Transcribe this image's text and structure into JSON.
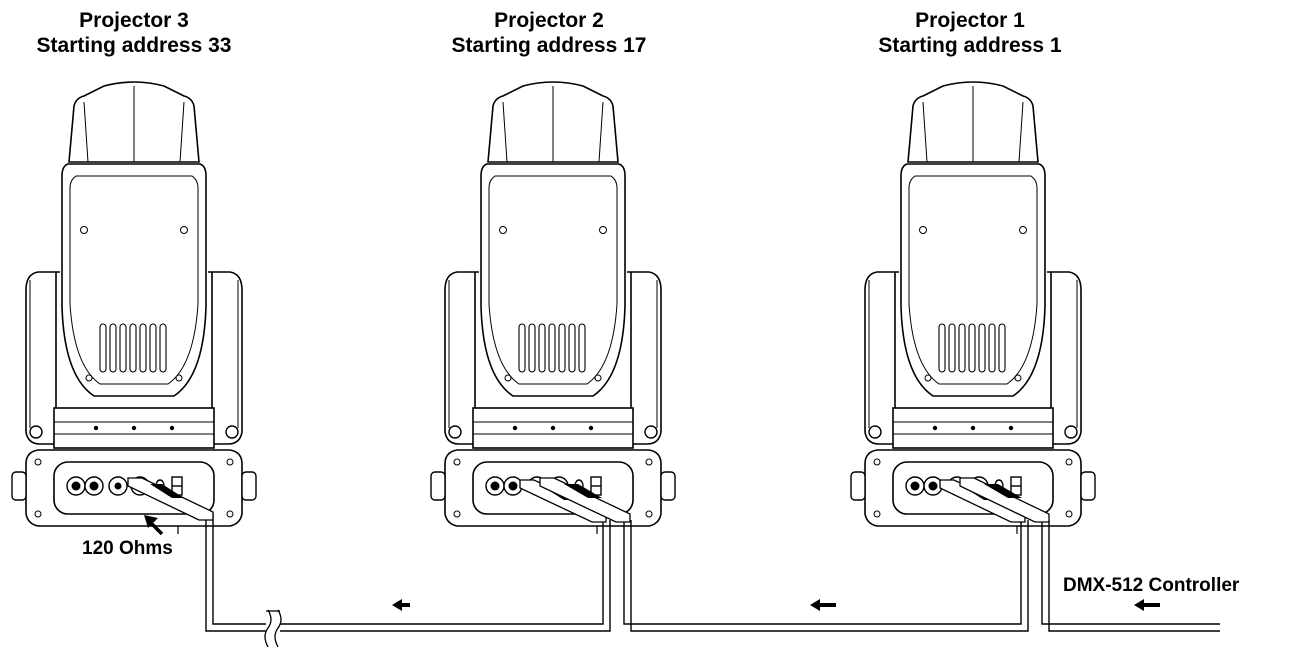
{
  "projectors": [
    {
      "name": "Projector 3",
      "address": "Starting address 33"
    },
    {
      "name": "Projector 2",
      "address": "Starting address 17"
    },
    {
      "name": "Projector 1",
      "address": "Starting address 1"
    }
  ],
  "terminator_label": "120 Ohms",
  "controller_label": "DMX-512 Controller"
}
